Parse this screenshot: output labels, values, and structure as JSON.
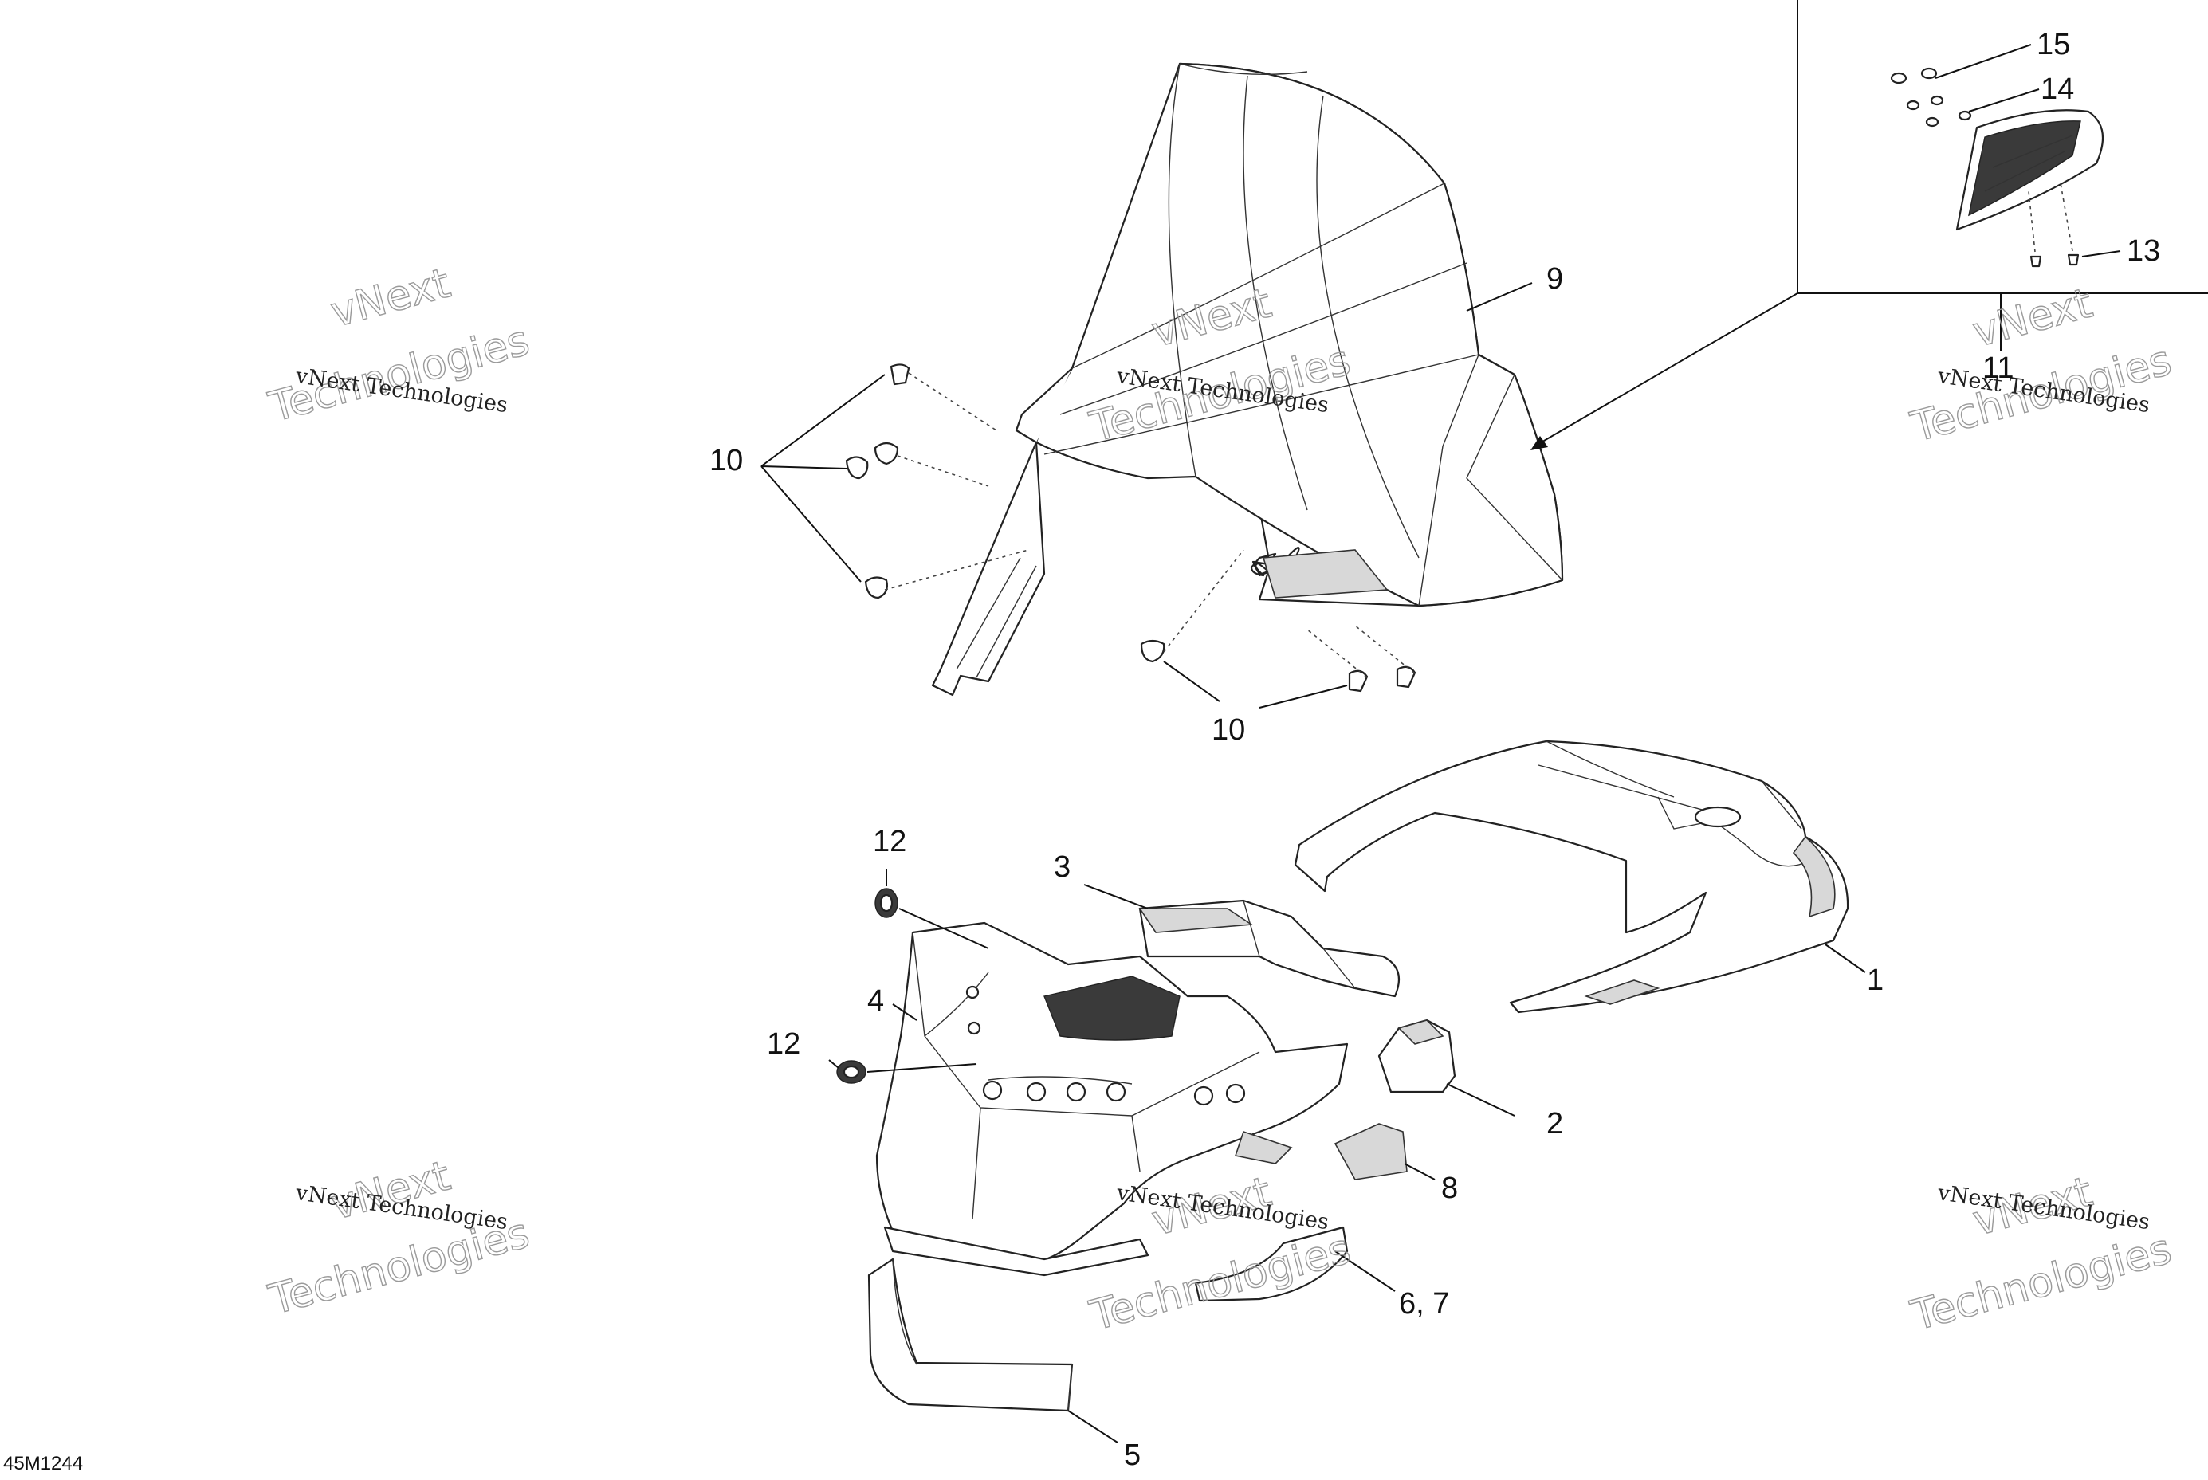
{
  "callouts": [
    "1",
    "2",
    "3",
    "4",
    "5",
    "6, 7",
    "8",
    "9",
    "10",
    "10",
    "11",
    "12",
    "12",
    "13",
    "14",
    "15"
  ],
  "figure_id": "45M1244",
  "watermark": {
    "line1": "vNext",
    "line2": "vNext Technologies",
    "line3": "Technologies"
  },
  "colors": {
    "ink": "#222222",
    "watermark_outline": "#9a9a9a",
    "background": "#ffffff"
  }
}
